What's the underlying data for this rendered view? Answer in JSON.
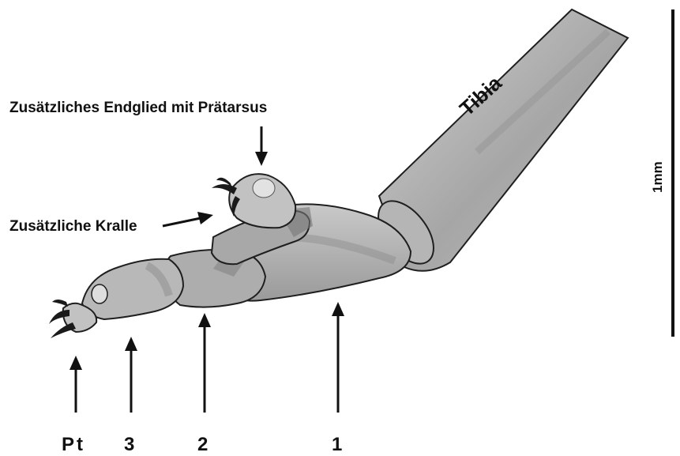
{
  "labels": {
    "tibia": "Tibia",
    "extra_segment": "Zusätzliches Endglied mit Prätarsus",
    "extra_claw": "Zusätzliche Kralle",
    "scale": "1mm",
    "pt": "Pt",
    "seg3": "3",
    "seg2": "2",
    "seg1": "1"
  },
  "colors": {
    "shade_light": "#c4c4c4",
    "shade_mid": "#a9a9a9",
    "shade_dark": "#8c8c8c",
    "claw": "#1a1a1a",
    "outline": "#1f1f1f"
  }
}
